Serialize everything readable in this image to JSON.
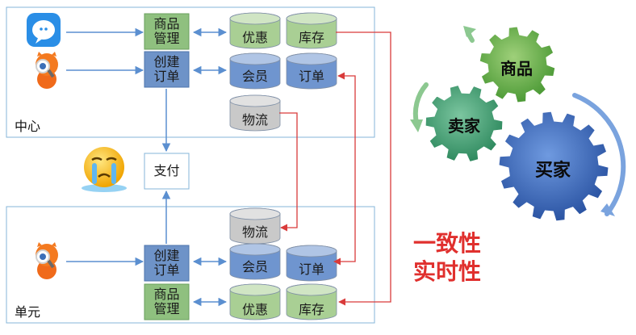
{
  "regions": {
    "center_label": "中心",
    "unit_label": "单元"
  },
  "boxes": {
    "goods_mgmt_top": [
      "商品",
      "管理"
    ],
    "create_order_top": [
      "创建",
      "订单"
    ],
    "payment": "支付",
    "create_order_bottom": [
      "创建",
      "订单"
    ],
    "goods_mgmt_bottom": [
      "商品",
      "管理"
    ]
  },
  "cylinders": {
    "coupon_top": "优惠",
    "inventory_top": "库存",
    "member_top": "会员",
    "order_top": "订单",
    "logistics_top": "物流",
    "logistics_bottom": "物流",
    "member_bottom": "会员",
    "order_bottom": "订单",
    "coupon_bottom": "优惠",
    "inventory_bottom": "库存"
  },
  "gears": {
    "goods": "商品",
    "seller": "卖家",
    "buyer": "买家"
  },
  "highlight": [
    "一致性",
    "实时性"
  ],
  "icons": [
    "chat-app-icon",
    "mascot-icon",
    "crying-emoji-icon"
  ],
  "colors": {
    "box_fill": "#8fc07f",
    "box_blue": "#6e93c8",
    "cyl_green": "#a9cf94",
    "cyl_blue": "#6f95cf",
    "cyl_gray": "#c9c9c9",
    "arrow_blue": "#5b8fd0",
    "arrow_red": "#d93b3b",
    "gear_green_dark": "#3f9b6d",
    "gear_green_light": "#6fb04e",
    "gear_blue": "#3a63b0",
    "region_border": "#86b6d8"
  }
}
